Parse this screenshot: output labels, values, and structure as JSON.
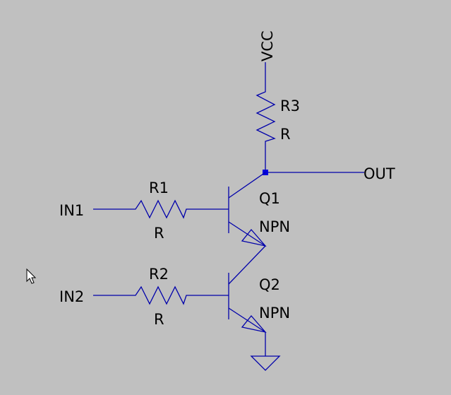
{
  "colors": {
    "background": "#c0c0c0",
    "wire": "#0000aa",
    "junction": "#0000dd",
    "text": "#000000"
  },
  "nets": {
    "vcc": "VCC",
    "out": "OUT",
    "in1": "IN1",
    "in2": "IN2"
  },
  "components": {
    "r1": {
      "name": "R1",
      "value": "R"
    },
    "r2": {
      "name": "R2",
      "value": "R"
    },
    "r3": {
      "name": "R3",
      "value": "R"
    },
    "q1": {
      "name": "Q1",
      "model": "NPN"
    },
    "q2": {
      "name": "Q2",
      "model": "NPN"
    }
  },
  "icons": {
    "ground": "ground-icon",
    "cursor": "mouse-pointer-icon"
  }
}
